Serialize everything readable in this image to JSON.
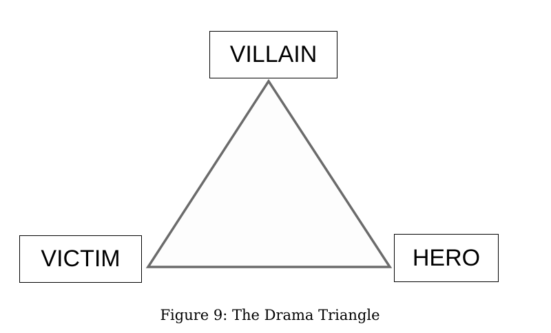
{
  "diagram": {
    "nodes": {
      "top": "VILLAIN",
      "left": "VICTIM",
      "right": "HERO"
    },
    "caption": "Figure 9: The Drama Triangle"
  }
}
